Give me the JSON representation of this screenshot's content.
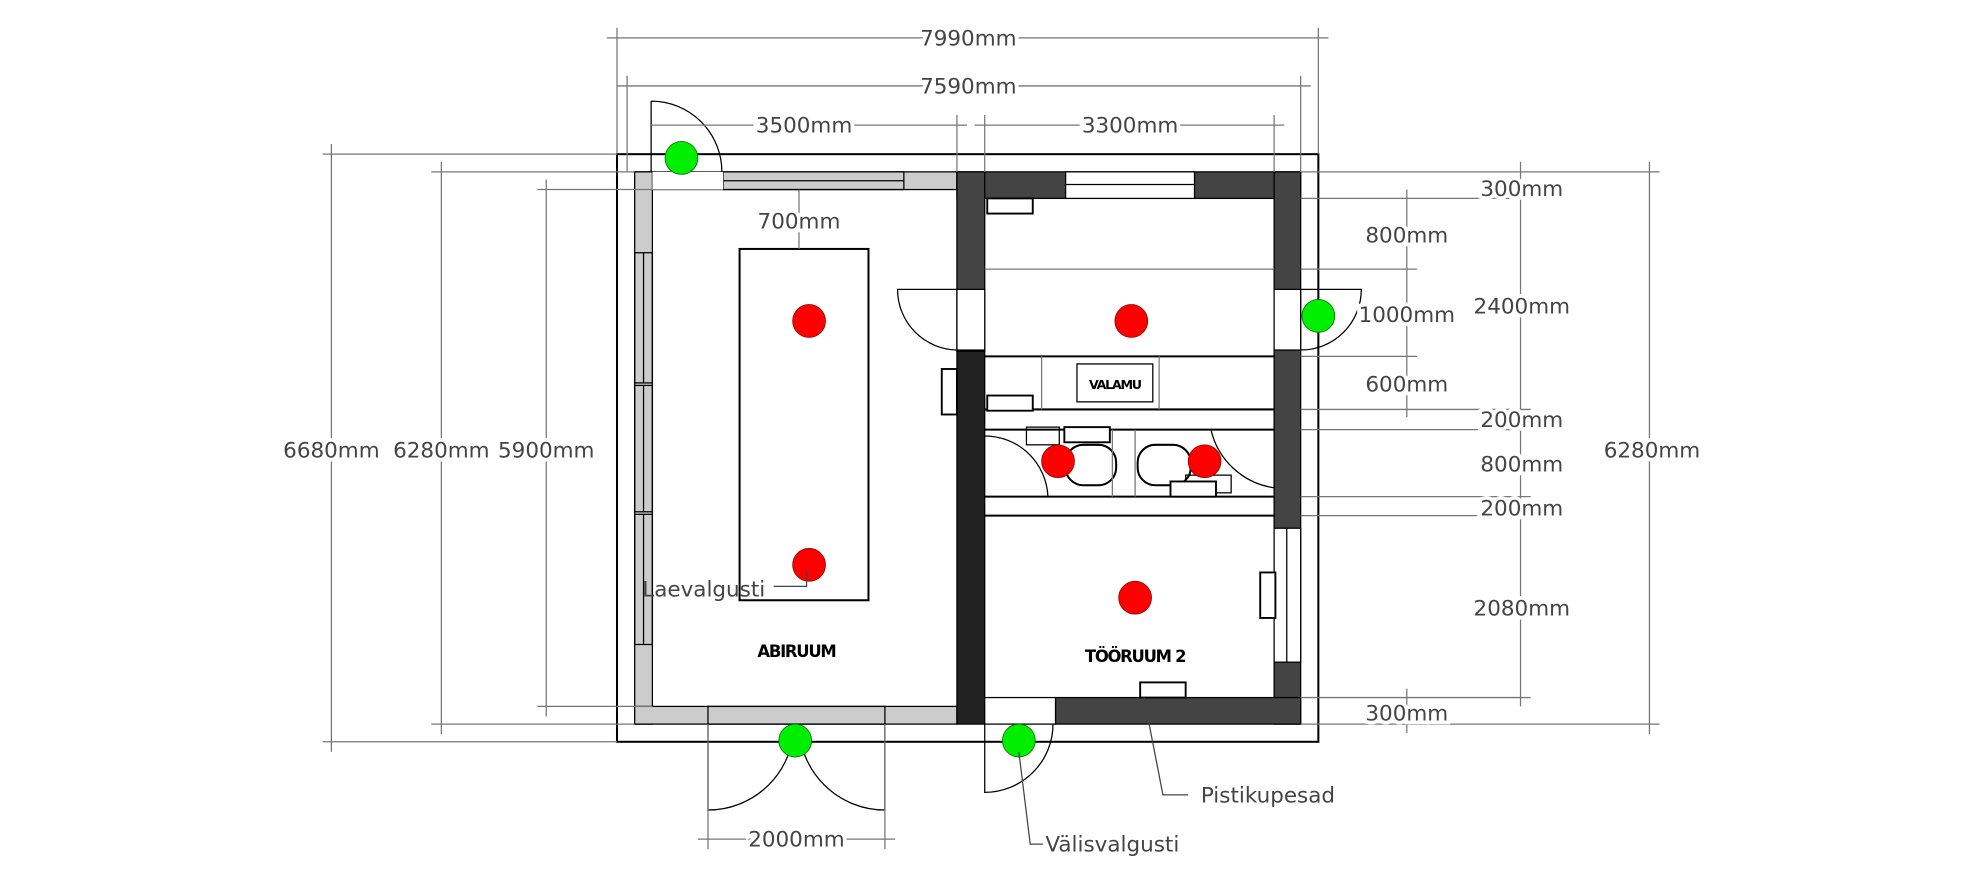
{
  "dimensions": {
    "top_total_outer": "7990mm",
    "top_total_inner": "7590mm",
    "top_left_room": "3500mm",
    "top_right_room": "3300mm",
    "table_offset": "700mm",
    "left_outer": "6680mm",
    "left_mid": "6280mm",
    "left_inner": "5900mm",
    "right_total": "6280mm",
    "right_wall_top": "300mm",
    "right_800_top": "800mm",
    "right_door": "1000mm",
    "right_2400": "2400mm",
    "right_600": "600mm",
    "right_200_a": "200mm",
    "right_800_mid": "800mm",
    "right_200_b": "200mm",
    "right_2080": "2080mm",
    "right_wall_bottom": "300mm",
    "bottom_door": "2000mm"
  },
  "rooms": {
    "left": "ABIRUUM",
    "right": "TÖÖRUUM 2",
    "sink": "VALAMU"
  },
  "labels": {
    "ceiling_light": "Laevalgusti",
    "outdoor_light": "Välisvalgusti",
    "sockets": "Pistikupesad"
  },
  "colors": {
    "ceiling_light": "#ff0000",
    "outdoor_light": "#00ee00",
    "light_wall": "#cccccc",
    "dark_wall": "#444444",
    "darker_wall": "#222222"
  }
}
